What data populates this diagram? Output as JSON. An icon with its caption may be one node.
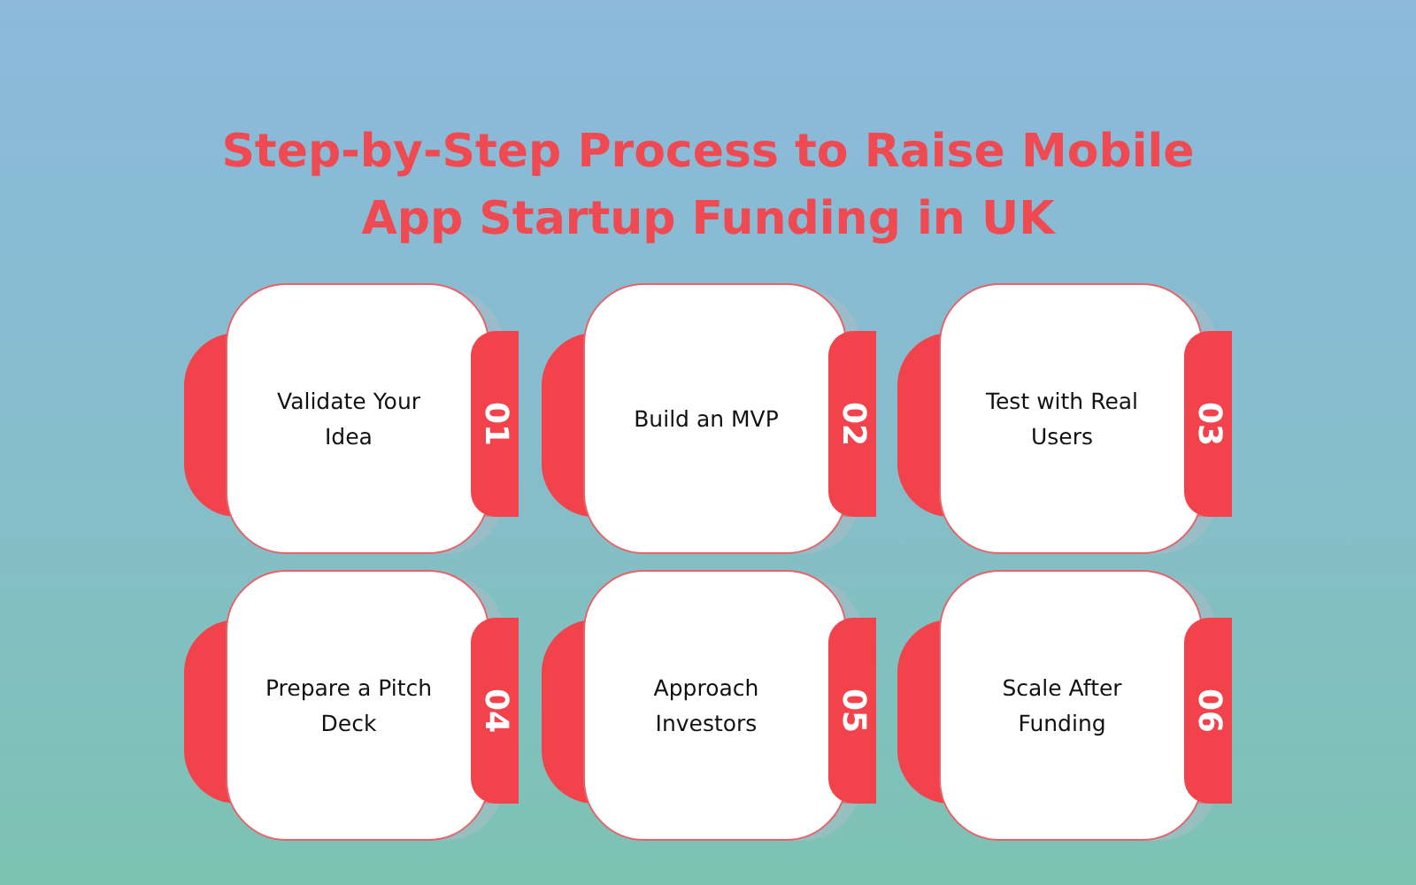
{
  "diagram": {
    "title": "Step-by-Step Process to Raise Mobile App Startup Funding in UK",
    "nodes": [
      {
        "text": [
          "Validate Your Idea",
          "01"
        ]
      },
      {
        "text": [
          "Build an MVP",
          "02"
        ]
      },
      {
        "text": [
          "Test with Real Users",
          "03"
        ]
      },
      {
        "text": [
          "Prepare a Pitch Deck",
          "04"
        ]
      },
      {
        "text": [
          "Approach Investors",
          "05"
        ]
      },
      {
        "text": [
          "Scale After Funding",
          "06"
        ]
      }
    ]
  }
}
